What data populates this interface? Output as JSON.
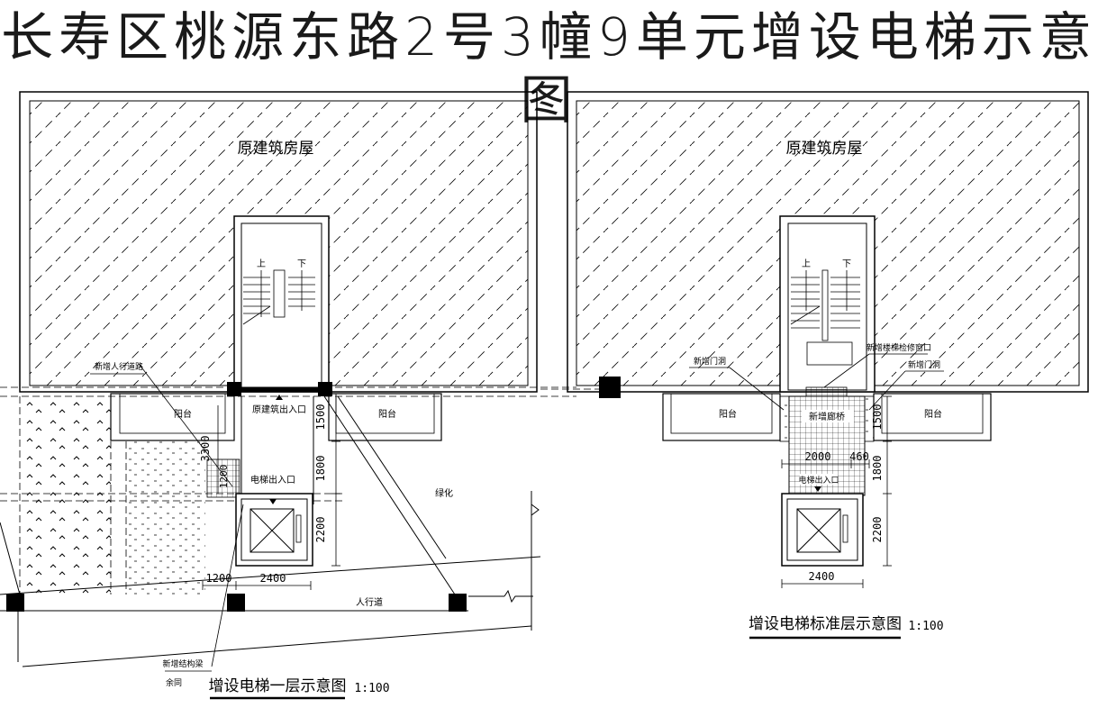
{
  "title": "长寿区桃源东路2号3幢9单元增设电梯示意图",
  "left_plan": {
    "building_label": "原建筑房屋",
    "stair_up": "上",
    "stair_down": "下",
    "balcony_left": "阳台",
    "balcony_right": "阳台",
    "original_entrance": "原建筑出入口",
    "elevator_entrance": "电梯出入口",
    "greenery": "绿化",
    "sidewalk": "人行道",
    "new_walkway": "新增人行道路",
    "new_beam": "新增结构梁",
    "remainder": "余同",
    "dim_3300": "3300",
    "dim_1500": "1500",
    "dim_1800": "1800",
    "dim_2200": "2200",
    "dim_1200v": "1200",
    "dim_1200h": "1200",
    "dim_2400": "2400",
    "caption": "增设电梯一层示意图",
    "scale": "1:100"
  },
  "right_plan": {
    "building_label": "原建筑房屋",
    "stair_up": "上",
    "stair_down": "下",
    "balcony_left": "阳台",
    "balcony_right": "阳台",
    "new_corridor": "新增廊桥",
    "new_door_left": "新增门洞",
    "new_door_right": "新增门洞",
    "stair_window": "新增楼梯检修窗口",
    "elevator_entrance": "电梯出入口",
    "dim_2000": "2000",
    "dim_460": "460",
    "dim_1500": "1500",
    "dim_1800": "1800",
    "dim_2200": "2200",
    "dim_2400": "2400",
    "caption": "增设电梯标准层示意图",
    "scale": "1:100"
  }
}
